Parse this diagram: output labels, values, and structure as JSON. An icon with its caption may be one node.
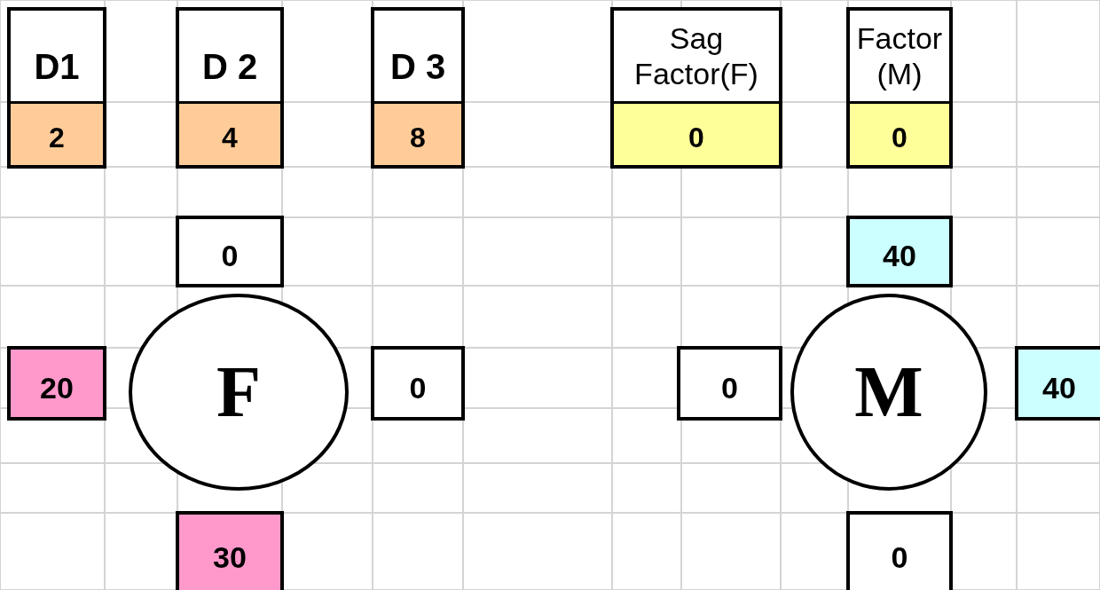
{
  "diagram": {
    "nodes": [
      {
        "text": [
          "D1",
          "2"
        ]
      },
      {
        "text": [
          "D 2",
          "4"
        ]
      },
      {
        "text": [
          "D 3",
          "8"
        ]
      },
      {
        "text": [
          "Sag Factor(F)",
          "0"
        ]
      },
      {
        "text": [
          "Factor (M)",
          "0"
        ]
      },
      {
        "text": [
          "0"
        ]
      },
      {
        "text": [
          "40"
        ]
      },
      {
        "text": [
          "20"
        ]
      },
      {
        "text": [
          "F"
        ]
      },
      {
        "text": [
          "0"
        ]
      },
      {
        "text": [
          "0"
        ]
      },
      {
        "text": [
          "M"
        ]
      },
      {
        "text": [
          "40"
        ]
      },
      {
        "text": [
          "30"
        ]
      },
      {
        "text": [
          "0"
        ]
      }
    ],
    "edges": []
  }
}
